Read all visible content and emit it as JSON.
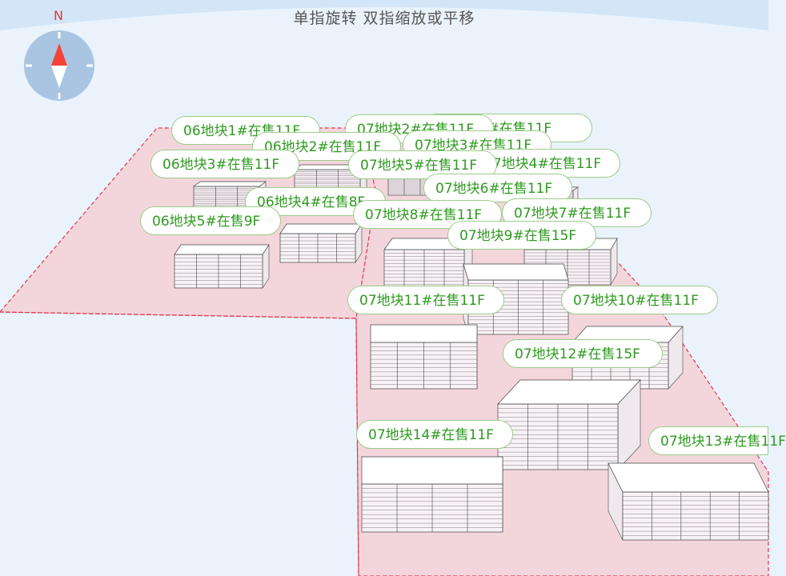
{
  "hint": "单指旋转 双指缩放或平移",
  "compass": {
    "north_label": "N",
    "needle_north_color": "#f44336",
    "needle_south_color": "#ffffff",
    "dial_color": "#a9c5e2"
  },
  "colors": {
    "plot_fill": "#f3d6dc",
    "plot_border": "#e53950",
    "sky": "#d3e6f8",
    "ground": "#eaf3fc",
    "label_text": "#2e9a1f"
  },
  "labels": [
    {
      "id": "07-1",
      "text": "07地块1#在售11F"
    },
    {
      "id": "06-1",
      "text": "06地块1#在售11F"
    },
    {
      "id": "07-2",
      "text": "07地块2#在售11F"
    },
    {
      "id": "06-2",
      "text": "06地块2#在售11F"
    },
    {
      "id": "07-3",
      "text": "07地块3#在售11F"
    },
    {
      "id": "06-3",
      "text": "06地块3#在售11F"
    },
    {
      "id": "07-4",
      "text": "07地块4#在售11F"
    },
    {
      "id": "07-5",
      "text": "07地块5#在售11F"
    },
    {
      "id": "07-6",
      "text": "07地块6#在售11F"
    },
    {
      "id": "06-4",
      "text": "06地块4#在售8F"
    },
    {
      "id": "06-5",
      "text": "06地块5#在售9F"
    },
    {
      "id": "07-8",
      "text": "07地块8#在售11F"
    },
    {
      "id": "07-7",
      "text": "07地块7#在售11F"
    },
    {
      "id": "07-9",
      "text": "07地块9#在售15F"
    },
    {
      "id": "07-11",
      "text": "07地块11#在售11F"
    },
    {
      "id": "07-10",
      "text": "07地块10#在售11F"
    },
    {
      "id": "07-12",
      "text": "07地块12#在售15F"
    },
    {
      "id": "07-14",
      "text": "07地块14#在售11F"
    },
    {
      "id": "07-13",
      "text": "07地块13#在售11F"
    }
  ]
}
